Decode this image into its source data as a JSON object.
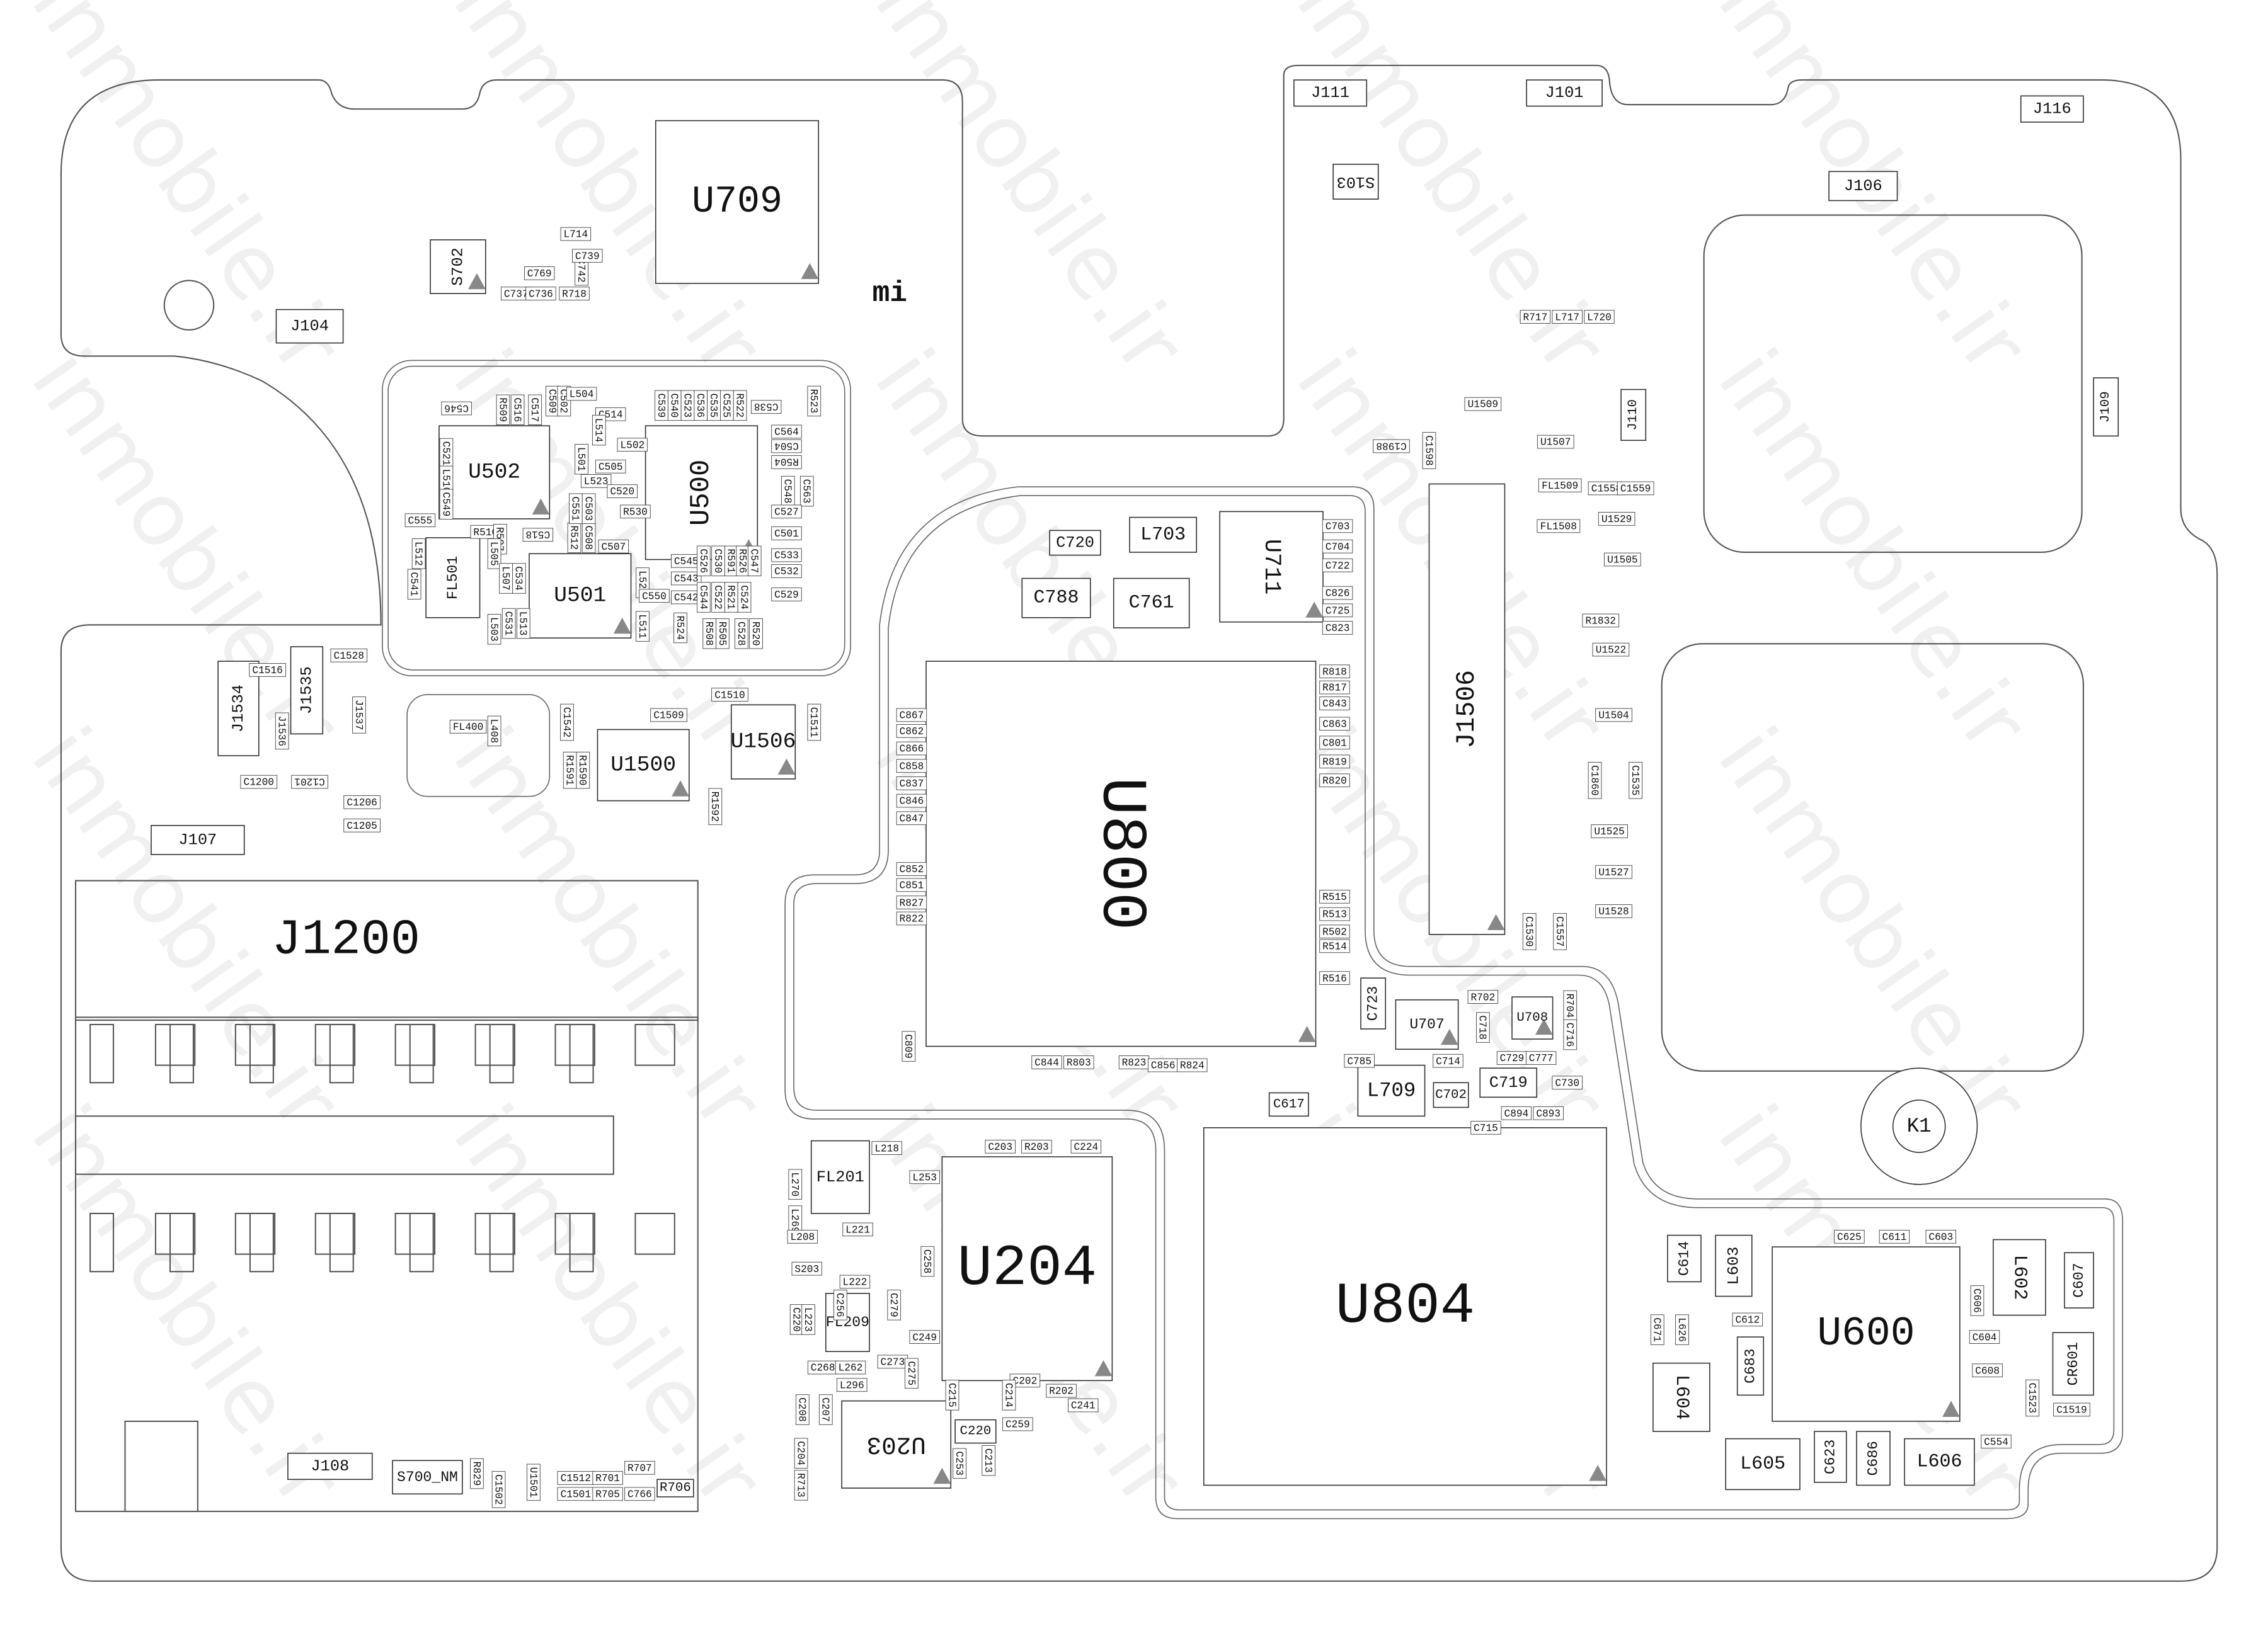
{
  "watermark": "inmobile.ir",
  "logo": "mi",
  "major": [
    "U709",
    "S702",
    "J104",
    "J111",
    "J101",
    "J116",
    "J106",
    "J109",
    "J110",
    "S103",
    "U502",
    "U500",
    "U501",
    "FL501",
    "U1500",
    "U1506",
    "J1534",
    "J1535",
    "J107",
    "J1200",
    "U800",
    "C720",
    "L703",
    "U711",
    "C788",
    "C761",
    "J1506",
    "U707",
    "U708",
    "C723",
    "L709",
    "C719",
    "C702",
    "C617",
    "U804",
    "K1",
    "U600",
    "L603",
    "C614",
    "L602",
    "C607",
    "CR601",
    "L604",
    "L605",
    "L606",
    "C623",
    "C686",
    "C683",
    "U204",
    "FL201",
    "FL209",
    "U203",
    "C220",
    "J108",
    "S700_NM",
    "R706"
  ],
  "minor": [
    "C546",
    "R509",
    "C516",
    "C517",
    "C509",
    "C502",
    "L504",
    "C514",
    "C539",
    "C540",
    "C523",
    "C536",
    "C535",
    "C525",
    "R522",
    "C538",
    "R523",
    "C564",
    "C504",
    "R504",
    "C548",
    "C563",
    "C527",
    "C501",
    "C533",
    "C532",
    "C529",
    "C521",
    "L510",
    "C549",
    "C555",
    "R510",
    "R507",
    "C518",
    "R512",
    "C508",
    "C507",
    "R530",
    "C551",
    "C503",
    "L523",
    "C520",
    "L501",
    "C505",
    "L502",
    "L514",
    "L512",
    "C541",
    "L505",
    "L507",
    "C534",
    "L503",
    "C531",
    "L513",
    "L522",
    "L511",
    "C550",
    "R524",
    "C545",
    "C543",
    "C542",
    "C526",
    "C530",
    "R591",
    "R526",
    "C547",
    "C544",
    "C522",
    "R521",
    "C524",
    "R508",
    "R505",
    "C528",
    "R520",
    "C1516",
    "J1536",
    "J1537",
    "C1528",
    "C1200",
    "C1201",
    "C1206",
    "C1205",
    "FL400",
    "L408",
    "C1509",
    "C1510",
    "C1511",
    "C1542",
    "R1591",
    "R1590",
    "R1592",
    "R717",
    "L717",
    "L720",
    "U1509",
    "U1507",
    "FL1509",
    "C1558",
    "C1559",
    "U1529",
    "FL1508",
    "U1505",
    "R1832",
    "U1522",
    "U1504",
    "C1860",
    "C1535",
    "U1525",
    "U1527",
    "U1528",
    "C1530",
    "C1557",
    "C1988",
    "C1598",
    "C625",
    "C611",
    "C603",
    "C612",
    "C671",
    "L626",
    "C604",
    "C608",
    "C606",
    "C1523",
    "C1519",
    "C554",
    "C785",
    "C714",
    "C730",
    "R702",
    "C718",
    "C729",
    "C777",
    "R704",
    "C716",
    "C894",
    "C893",
    "C715",
    "C809",
    "C844",
    "R803",
    "R823",
    "C856",
    "R824",
    "L218",
    "L253",
    "C203",
    "R203",
    "C224",
    "L270",
    "L269",
    "L208",
    "S203",
    "C256",
    "L221",
    "L222",
    "C220",
    "L223",
    "C279",
    "C258",
    "C249",
    "C268",
    "L262",
    "L296",
    "C273",
    "C275",
    "C202",
    "R202",
    "C241",
    "C214",
    "C215",
    "C208",
    "C207",
    "C204",
    "R713",
    "C253",
    "C213",
    "C259",
    "R829",
    "C1512",
    "C1501",
    "R701",
    "R705",
    "R707",
    "C766",
    "U1501",
    "C1502",
    "R818",
    "R817",
    "C843",
    "C863",
    "C801",
    "R819",
    "R820",
    "R515",
    "R513",
    "R502",
    "R514",
    "R516",
    "C867",
    "C862",
    "C866",
    "C858",
    "C837",
    "C846",
    "C847",
    "C852",
    "C851",
    "R827",
    "R822",
    "C703",
    "C704",
    "C722",
    "C826",
    "C725",
    "C823",
    "L714",
    "C769",
    "C737",
    "C736",
    "C742",
    "R718",
    "C739"
  ]
}
